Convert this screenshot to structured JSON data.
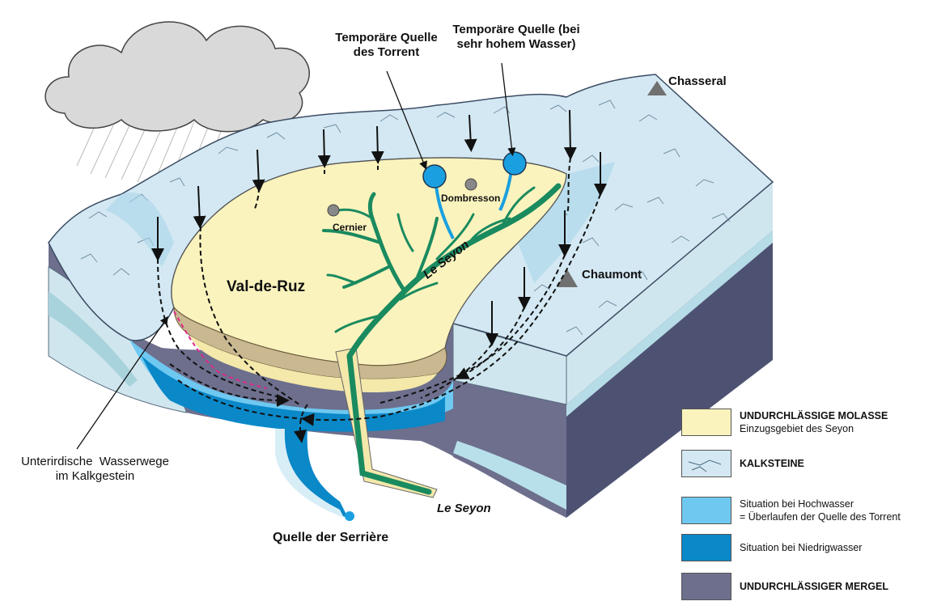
{
  "labels": {
    "source_torrent": [
      "Temporäre Quelle",
      "des Torrent"
    ],
    "source_high_water": [
      "Temporäre Quelle (bei",
      "sehr hohem Wasser)"
    ],
    "chasseral": "Chasseral",
    "chaumont": "Chaumont",
    "dombresson": "Dombresson",
    "cernier": "Cernier",
    "val_de_ruz": "Val-de-Ruz",
    "le_seyon_river": "Le Seyon",
    "le_seyon_outlet": "Le Seyon",
    "underground": [
      "Unterirdische  Wasserwege",
      "im Kalkgestein"
    ],
    "serriere": "Quelle der Serrière"
  },
  "legend": [
    {
      "title": "UNDURCHLÄSSIGE MOLASSE",
      "text": "Einzugsgebiet des Seyon",
      "color": "#fbf3bd"
    },
    {
      "title": "KALKSTEINE",
      "text": "",
      "color": "#d3e8f2"
    },
    {
      "title": "",
      "text": "Situation bei Hochwasser",
      "text2": "= Überlaufen der Quelle des Torrent",
      "color": "#6ec8f0"
    },
    {
      "title": "",
      "text": "Situation bei Niedrigwasser",
      "color": "#0a88c8"
    },
    {
      "title": "UNDURCHLÄSSIGER MERGEL",
      "text": "",
      "color": "#6d6f8d"
    }
  ],
  "colors": {
    "molasse": "#fbf3bd",
    "limestone": "#d3e8f2",
    "high_water": "#6ec8f0",
    "low_water": "#0a88c8",
    "marl": "#6d6f8d",
    "river": "#1a8a5f",
    "cloud": "#d9d9d9"
  }
}
